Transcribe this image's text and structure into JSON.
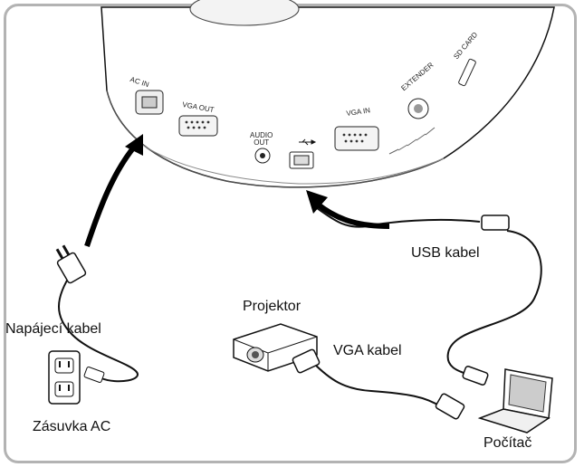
{
  "labels": {
    "usb_cable": "USB kabel",
    "projector": "Projektor",
    "power_cable": "Napájecí kabel",
    "vga_cable": "VGA kabel",
    "ac_socket": "Zásuvka AC",
    "computer": "Počítač"
  },
  "ports": {
    "ac_in": "AC IN",
    "vga_out": "VGA OUT",
    "audio_out_1": "AUDIO",
    "audio_out_2": "OUT",
    "vga_in": "VGA IN",
    "extender": "EXTENDER",
    "sd_card": "SD CARD"
  },
  "icons": [
    "usb-icon",
    "plug-icon",
    "wall-socket-icon",
    "projector-icon",
    "laptop-icon",
    "arrow-icon"
  ],
  "colors": {
    "frame": "#b3b3b3",
    "line": "#111111",
    "arrow": "#000000",
    "device": "#ffffff"
  }
}
